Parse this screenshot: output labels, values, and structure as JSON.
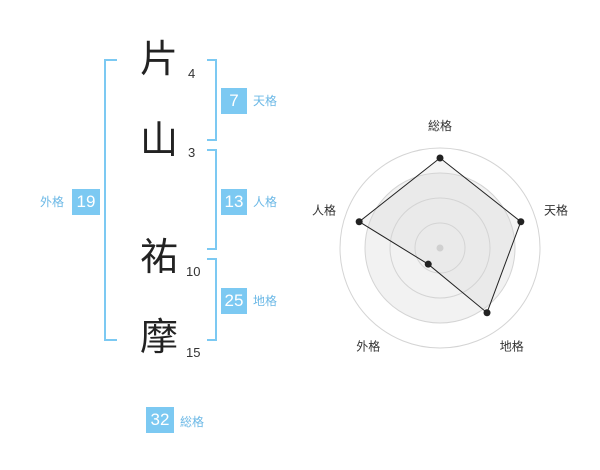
{
  "name": {
    "chars": [
      {
        "char": "片",
        "strokes": "4"
      },
      {
        "char": "山",
        "strokes": "3"
      },
      {
        "char": "祐",
        "strokes": "10"
      },
      {
        "char": "摩",
        "strokes": "15"
      }
    ]
  },
  "kakusu": {
    "tenkaku": {
      "value": "7",
      "label": "天格"
    },
    "jinkaku": {
      "value": "13",
      "label": "人格"
    },
    "chikaku": {
      "value": "25",
      "label": "地格"
    },
    "gaikaku": {
      "value": "19",
      "label": "外格"
    },
    "soukaku": {
      "value": "32",
      "label": "総格"
    }
  },
  "colors": {
    "accent": "#7cc9f2",
    "bracket": "#7cc9f2"
  },
  "chart_data": {
    "type": "radar",
    "axes": [
      "総格",
      "天格",
      "地格",
      "外格",
      "人格"
    ],
    "values": [
      0.9,
      0.85,
      0.8,
      0.2,
      0.85
    ],
    "rings": 4
  }
}
